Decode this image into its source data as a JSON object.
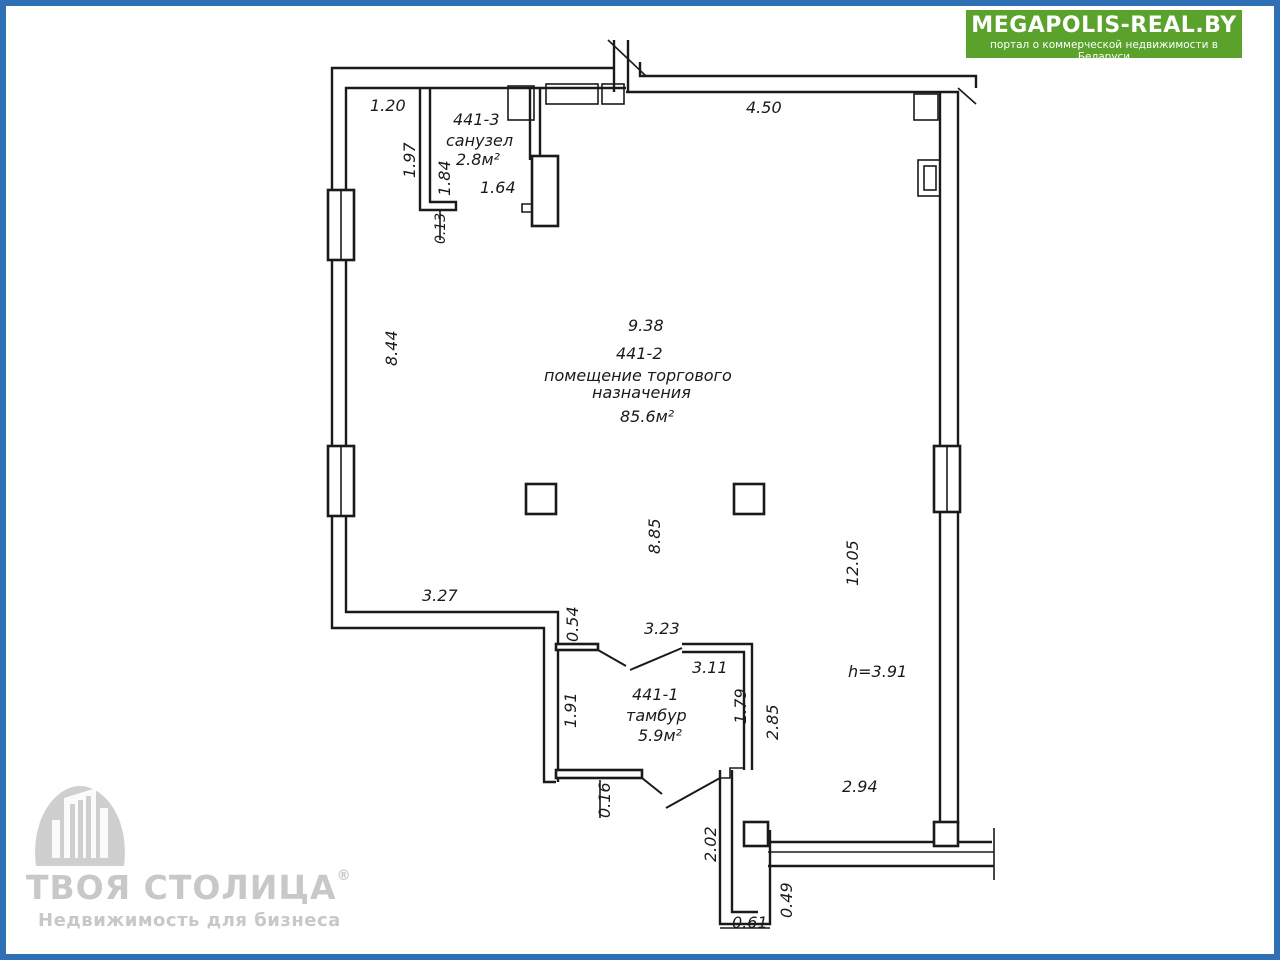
{
  "site_badge": {
    "title": "MEGAPOLIS-REAL.BY",
    "subtitle": "портал о коммерческой недвижимости в Беларуси",
    "color": "#5aa22c"
  },
  "watermark": {
    "name": "ТВОЯ СТОЛИЦА",
    "registered_mark": "®",
    "tagline": "Недвижимость для бизнеса"
  },
  "rooms": {
    "main": {
      "number": "441-2",
      "name_line1": "помещение торгового",
      "name_line2": "назначения",
      "area": "85.6м²"
    },
    "wc": {
      "number": "441-3",
      "name": "санузел",
      "area": "2.8м²"
    },
    "vestibule": {
      "number": "441-1",
      "name": "тамбур",
      "area": "5.9м²"
    }
  },
  "ceiling_height": "h=3.91",
  "dimensions": {
    "top_right": "4.50",
    "top_left": "1.20",
    "wc_left": "1.97",
    "wc_right": "1.84",
    "wc_bottom": "1.64",
    "wc_step": "0.13",
    "main_width": "9.38",
    "left_wall": "8.44",
    "center_height": "8.85",
    "right_wall": "12.05",
    "bottom_left": "3.27",
    "vest_offset": "0.54",
    "vest_top": "3.23",
    "vest_inner": "3.11",
    "vest_left": "1.91",
    "vest_right": "1.79",
    "vest_right_outer": "2.85",
    "vest_step": "0.16",
    "bottom_right": "2.94",
    "corridor_len": "2.02",
    "corridor_w": "0.61",
    "corridor_step": "0.49"
  }
}
